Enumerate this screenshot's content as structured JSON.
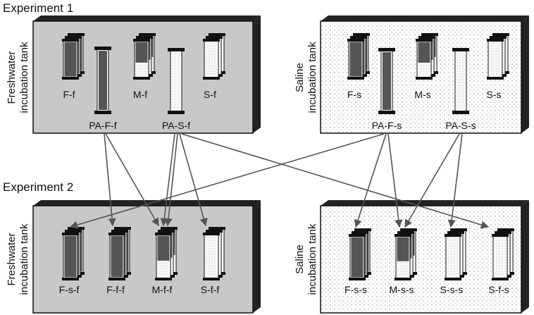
{
  "experiment1": {
    "heading": "Experiment 1",
    "freshwater_tank": {
      "label_line1": "Freshwater",
      "label_line2": "incubation tank",
      "cores": [
        "F-f",
        "M-f",
        "S-f"
      ],
      "pa_cores": [
        "PA-F-f",
        "PA-S-f"
      ]
    },
    "saline_tank": {
      "label_line1": "Saline",
      "label_line2": "incubation tank",
      "cores": [
        "F-s",
        "M-s",
        "S-s"
      ],
      "pa_cores": [
        "PA-F-s",
        "PA-S-s"
      ]
    }
  },
  "experiment2": {
    "heading": "Experiment 2",
    "freshwater_tank": {
      "label_line1": "Freshwater",
      "label_line2": "incubation tank",
      "cores": [
        "F-s-f",
        "F-f-f",
        "M-f-f",
        "S-f-f"
      ]
    },
    "saline_tank": {
      "label_line1": "Saline",
      "label_line2": "incubation tank",
      "cores": [
        "F-s-s",
        "M-s-s",
        "S-s-s",
        "S-f-s"
      ]
    }
  },
  "colors": {
    "freshwater_fill": "#c8c8c8",
    "saline_fill": "#ffffff",
    "tank_border": "#111111",
    "arrow": "#555555"
  }
}
